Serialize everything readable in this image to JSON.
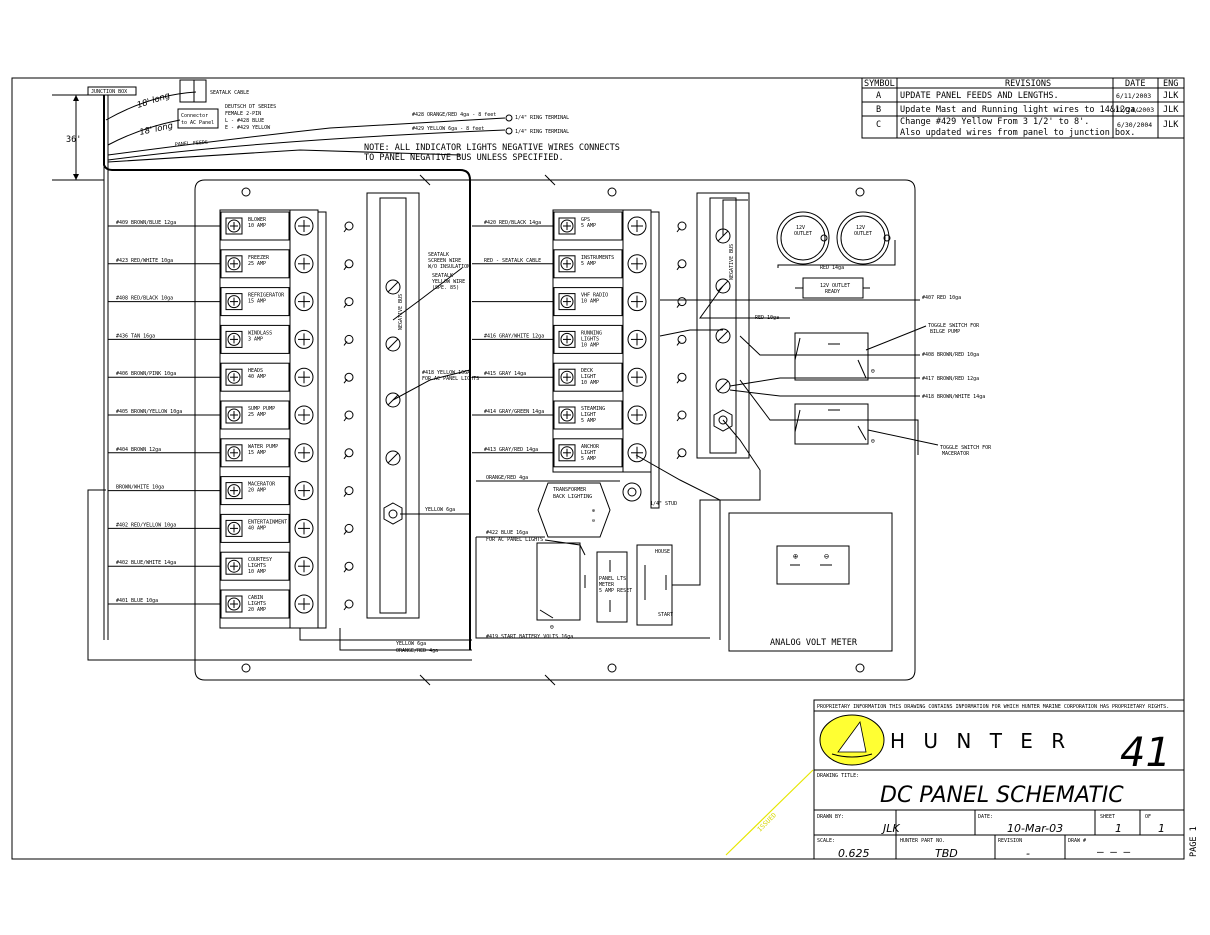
{
  "revisions": {
    "header": {
      "symbol": "SYMBOL",
      "revisions": "REVISIONS",
      "date": "DATE",
      "eng": "ENG"
    },
    "rows": [
      {
        "symbol": "A",
        "text": "UPDATE PANEL FEEDS AND LENGTHS.",
        "date": "6/11/2003",
        "eng": "JLK"
      },
      {
        "symbol": "B",
        "text": "Update Mast and Running light wires to 14&12ga.",
        "date": "11/24/2003",
        "eng": "JLK"
      },
      {
        "symbol": "C",
        "text": "Change #429 Yellow From 3 1/2' to 8'.",
        "text2": "Also updated wires from panel to junction box.",
        "date": "6/30/2004",
        "eng": "JLK"
      }
    ]
  },
  "top_notes": {
    "junction_box": "JUNCTION BOX",
    "seatalk_cable": "SEATALK CABLE",
    "connector": "Connector",
    "to_ac_panel": "to AC Panel",
    "deutsch_1": "DEUTSCH DT SERIES",
    "deutsch_2": "FEMALE 2-PIN",
    "deutsch_3": "L - #428 BLUE",
    "deutsch_4": "E - #429 YELLOW",
    "len_18_a": "18' long",
    "len_18_b": "18' long",
    "dim_36": "36'",
    "panel_feeds": "PANEL FEEDS",
    "wire_428": "#428 ORANGE/RED 4ga - 8 feet",
    "ring_1": "1/4\" RING TERMINAL",
    "wire_429": "#429 YELLOW 6ga - 8 feet",
    "ring_2": "1/4\" RING TERMINAL",
    "note_1": "NOTE: ALL INDICATOR LIGHTS NEGATIVE WIRES CONNECTS",
    "note_2": "TO PANEL NEGATIVE BUS UNLESS SPECIFIED."
  },
  "left_breakers": [
    {
      "wire": "#409 BROWN/BLUE 12ga",
      "name": "BLOWER",
      "amp": "10 AMP"
    },
    {
      "wire": "#423 RED/WHITE 10ga",
      "name": "FREEZER",
      "amp": "25 AMP"
    },
    {
      "wire": "#408 RED/BLACK 10ga",
      "name": "REFRIGERATOR",
      "amp": "15 AMP"
    },
    {
      "wire": "#436 TAN 16ga",
      "name": "WINDLASS",
      "amp": "3 AMP"
    },
    {
      "wire": "#406 BROWN/PINK 10ga",
      "name": "HEADS",
      "amp": "40 AMP"
    },
    {
      "wire": "#405 BROWN/YELLOW 10ga",
      "name": "SUMP PUMP",
      "amp": "25 AMP"
    },
    {
      "wire": "#404 BROWN 12ga",
      "name": "WATER PUMP",
      "amp": "15 AMP"
    },
    {
      "wire": "BROWN/WHITE 10ga",
      "name": "MACERATOR",
      "amp": "20 AMP"
    },
    {
      "wire": "#402 RED/YELLOW 10ga",
      "name": "ENTERTAINMENT",
      "amp": "40 AMP"
    },
    {
      "wire": "#402 BLUE/WHITE 14ga",
      "name": "COURTESY",
      "name2": "LIGHTS",
      "amp": "10 AMP"
    },
    {
      "wire": "#401 BLUE 10ga",
      "name": "CABIN",
      "name2": "LIGHTS",
      "amp": "20 AMP"
    }
  ],
  "right_breakers": [
    {
      "wire": "#420 RED/BLACK 14ga",
      "name": "GPS",
      "amp": "5 AMP"
    },
    {
      "wire": "RED - SEATALK CABLE",
      "name": "INSTRUMENTS",
      "amp": "5 AMP"
    },
    {
      "wire": "",
      "name": "VHF RADIO",
      "amp": "10 AMP"
    },
    {
      "wire": "#416 GRAY/WHITE 12ga",
      "name": "RUNNING",
      "name2": "LIGHTS",
      "amp": "10 AMP"
    },
    {
      "wire": "#415 GRAY 14ga",
      "name": "DECK",
      "name2": "LIGHT",
      "amp": "10 AMP"
    },
    {
      "wire": "#414 GRAY/GREEN 14ga",
      "name": "STEAMING",
      "name2": "LIGHT",
      "amp": "5 AMP"
    },
    {
      "wire": "#413 GRAY/RED 14ga",
      "name": "ANCHOR",
      "name2": "LIGHT",
      "amp": "5 AMP"
    }
  ],
  "center_labels": {
    "negative_bus": "NEGATIVE BUS",
    "seatalk_shield_1": "SEATALK",
    "seatalk_shield_2": "SCREEN WIRE",
    "seatalk_shield_3": "W/O INSULATION",
    "seatalk_yellow_1": "SEATALK",
    "seatalk_yellow_2": "YELLOW WIRE",
    "seatalk_yellow_3": "(SPE. 85)",
    "yellow_16_1": "#418 YELLOW 16GA",
    "yellow_16_2": "FOR AC PANEL LIGHTS",
    "yellow_6ga": "YELLOW 6ga",
    "yellow_bottom": "YELLOW 6ga",
    "orange_bottom": "ORANGE/RED 4ga"
  },
  "right_section": {
    "negative_bus": "NEGATIVE BUS",
    "outlet_1": "12V",
    "outlet_1b": "OUTLET",
    "outlet_2": "12V",
    "outlet_2b": "OUTLET",
    "red_14ga": "RED 14ga",
    "outlet_ready_1": "12V OUTLET",
    "outlet_ready_2": "READY",
    "red_10ga_a": "#407 RED 10ga",
    "red_10ga_b": "RED 10ga",
    "toggle_bilge_1": "TOGGLE SWITCH FOR",
    "toggle_bilge_2": "BILGE PUMP",
    "wire_brown_red": "#408 BROWN/RED 10ga",
    "wire_brown_red2": "#417 BROWN/RED 12ga",
    "wire_brown_white": "#418 BROWN/WHITE 14ga",
    "toggle_mac_1": "TOGGLE SWITCH FOR",
    "toggle_mac_2": "MACERATOR",
    "orange_red_4ga": "ORANGE/RED 4ga",
    "transformer_1": "TRANSFORMER",
    "transformer_2": "BACK LIGHTING",
    "blue_16ga_1": "#422 BLUE 16ga",
    "blue_16ga_2": "FOR AC PANEL LIGHTS",
    "stud": "1/4\" STUD",
    "panel_lts_1": "PANEL LTS",
    "panel_lts_2": "METER",
    "panel_lts_3": "5 AMP RESET",
    "house": "HOUSE",
    "start": "START",
    "start_battery": "#419 START BATTERY VOLTS 16ga",
    "volt_meter": "ANALOG VOLT METER",
    "plus": "+",
    "minus": "−"
  },
  "title_block": {
    "proprietary": "PROPRIETARY INFORMATION THIS DRAWING CONTAINS INFORMATION FOR WHICH HUNTER MARINE CORPORATION HAS PROPRIETARY RIGHTS.",
    "hunter": "H U N T E R",
    "model": "41",
    "drawing_title_label": "DRAWING TITLE:",
    "drawing_title": "DC PANEL SCHEMATIC",
    "drawn_by_label": "DRAWN BY:",
    "drawn_by": "JLK",
    "date_label": "DATE:",
    "date": "10-Mar-03",
    "sheet_label": "SHEET",
    "sheet": "1",
    "of_label": "OF",
    "of": "1",
    "scale_label": "SCALE:",
    "scale": "0.625",
    "part_label": "HUNTER PART NO.",
    "part": "TBD",
    "revision_label": "REVISION",
    "revision": "-",
    "draw_label": "DRAW #",
    "draw": "— — —",
    "page": "PAGE 1",
    "stamp": "ISSUED"
  },
  "colors": {
    "logo_yellow": "#ffff33",
    "stamp_yellow": "#e6e600",
    "ink": "#000000"
  }
}
